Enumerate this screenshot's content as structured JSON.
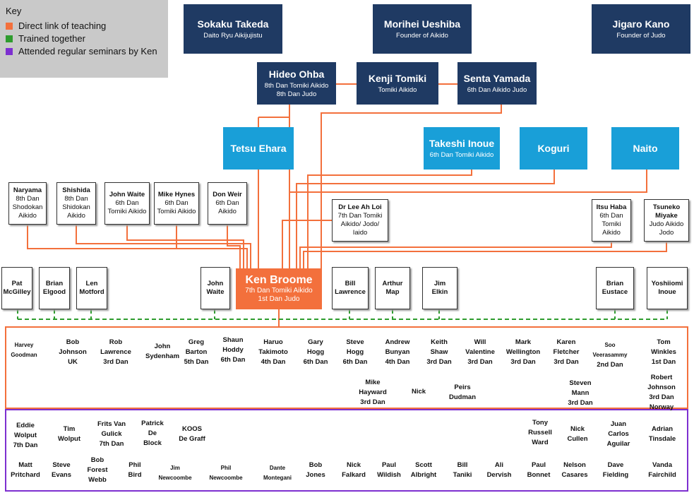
{
  "key": {
    "title": "Key",
    "items": [
      {
        "label": "Direct link of teaching",
        "color": "#f3703c"
      },
      {
        "label": "Trained together",
        "color": "#2e9c2e"
      },
      {
        "label": "Attended regular seminars by Ken",
        "color": "#7d2fd0"
      }
    ]
  },
  "top": {
    "takeda": {
      "name": "Sokaku Takeda",
      "sub": "Daito Ryu Aikijujistu"
    },
    "ueshiba": {
      "name": "Morihei Ueshiba",
      "sub": "Founder of Aikido"
    },
    "kano": {
      "name": "Jigaro Kano",
      "sub": "Founder of Judo"
    }
  },
  "second": {
    "ohba": {
      "name": "Hideo Ohba",
      "sub1": "8th Dan Tomiki Aikido",
      "sub2": "8th Dan Judo"
    },
    "tomiki": {
      "name": "Kenji Tomiki",
      "sub": "Tomiki Aikido"
    },
    "yamada": {
      "name": "Senta Yamada",
      "sub": "6th Dan Aikido Judo"
    }
  },
  "third": {
    "ehara": {
      "name": "Tetsu Ehara"
    },
    "inoue": {
      "name": "Takeshi Inoue",
      "sub": "6th Dan Tomiki Aikido"
    },
    "koguri": {
      "name": "Koguri"
    },
    "naito": {
      "name": "Naito"
    }
  },
  "teachers": {
    "naryama": {
      "name": "Naryama",
      "l1": "8th Dan",
      "l2": "Shodokan",
      "l3": "Aikido"
    },
    "shishida": {
      "name": "Shishida",
      "l1": "8th Dan",
      "l2": "Shidokan",
      "l3": "Aikido"
    },
    "waite": {
      "name": "John Waite",
      "l1": "6th Dan",
      "l2": "Tomiki Aikido"
    },
    "hynes": {
      "name": "Mike Hynes",
      "l1": "6th Dan",
      "l2": "Tomiki Aikido"
    },
    "weir": {
      "name": "Don Weir",
      "l1": "6th Dan",
      "l2": "Aikido"
    },
    "loi": {
      "name": "Dr Lee Ah Loi",
      "l1": "7th Dan Tomiki",
      "l2": "Aikido/ Jodo/",
      "l3": "Iaido"
    },
    "haba": {
      "name": "Itsu Haba",
      "l1": "6th Dan",
      "l2": "Tomiki",
      "l3": "Aikido"
    },
    "miyake": {
      "name1": "Tsuneko",
      "name2": "Miyake",
      "l1": "Judo Aikido",
      "l2": "Jodo"
    }
  },
  "ken": {
    "name": "Ken Broome",
    "sub1": "7th Dan Tomiki Aikido",
    "sub2": "1st Dan Judo"
  },
  "peers": {
    "mcgilley": {
      "l1": "Pat",
      "l2": "McGilley"
    },
    "elgood": {
      "l1": "Brian",
      "l2": "Elgood"
    },
    "motford": {
      "l1": "Len",
      "l2": "Motford"
    },
    "jwaite": {
      "l1": "John",
      "l2": "Waite"
    },
    "lawrence": {
      "l1": "Bill",
      "l2": "Lawrence"
    },
    "map": {
      "l1": "Arthur",
      "l2": "Map"
    },
    "elkin": {
      "l1": "Jim",
      "l2": "Elkin"
    },
    "eustace": {
      "l1": "Brian",
      "l2": "Eustace"
    },
    "yinoue": {
      "l1": "Yoshiiomi",
      "l2": "Inoue"
    }
  },
  "direct_students": [
    {
      "l1": "Harvey",
      "l2": "Goodman",
      "small": true
    },
    {
      "l1": "Bob",
      "l2": "Johnson",
      "l3": "UK"
    },
    {
      "l1": "Rob",
      "l2": "Lawrence",
      "l3": "3rd Dan"
    },
    {
      "l1": "John",
      "l2": "Sydenham"
    },
    {
      "l1": "Greg",
      "l2": "Barton",
      "l3": "5th Dan"
    },
    {
      "l1": "Shaun",
      "l2": "Hoddy",
      "l3": "6th Dan"
    },
    {
      "l1": "Haruo",
      "l2": "Takimoto",
      "l3": "4th Dan"
    },
    {
      "l1": "Gary",
      "l2": "Hogg",
      "l3": "6th Dan"
    },
    {
      "l1": "Steve",
      "l2": "Hogg",
      "l3": "6th Dan"
    },
    {
      "l1": "Andrew",
      "l2": "Bunyan",
      "l3": "4th Dan"
    },
    {
      "l1": "Keith",
      "l2": "Shaw",
      "l3": "3rd Dan"
    },
    {
      "l1": "Will",
      "l2": "Valentine",
      "l3": "3rd Dan"
    },
    {
      "l1": "Mark",
      "l2": "Wellington",
      "l3": "3rd Dan"
    },
    {
      "l1": "Karen",
      "l2": "Fletcher",
      "l3": "3rd Dan"
    },
    {
      "l1": "Soo",
      "l2": "Veerasammy",
      "l3": "2nd Dan",
      "small": true
    },
    {
      "l1": "Tom",
      "l2": "Winkles",
      "l3": "1st Dan"
    },
    {
      "l1": "Mike",
      "l2": "Hayward",
      "l3": "3rd Dan"
    },
    {
      "l1": "Nick"
    },
    {
      "l1": "Peirs",
      "l2": "Dudman"
    },
    {
      "l1": "Steven",
      "l2": "Mann",
      "l3": "3rd Dan"
    },
    {
      "l1": "Robert",
      "l2": "Johnson",
      "l3": "3rd Dan",
      "l4": "Norway"
    }
  ],
  "seminar_students": [
    {
      "l1": "Eddie",
      "l2": "Wolput",
      "l3": "7th Dan"
    },
    {
      "l1": "Tim",
      "l2": "Wolput"
    },
    {
      "l1": "Frits Van",
      "l2": "Gulick",
      "l3": "7th Dan"
    },
    {
      "l1": "Patrick",
      "l2": "De",
      "l3": "Block"
    },
    {
      "l1": "KOOS",
      "l2": "De Graff"
    },
    {
      "l1": "Tony",
      "l2": "Russell",
      "l3": "Ward"
    },
    {
      "l1": "Nick",
      "l2": "Cullen"
    },
    {
      "l1": "Juan",
      "l2": "Carlos",
      "l3": "Aguilar"
    },
    {
      "l1": "Adrian",
      "l2": "Tinsdale"
    },
    {
      "l1": "Matt",
      "l2": "Pritchard"
    },
    {
      "l1": "Steve",
      "l2": "Evans"
    },
    {
      "l1": "Bob",
      "l2": "Forest",
      "l3": "Webb"
    },
    {
      "l1": "Phil",
      "l2": "Bird"
    },
    {
      "l1": "Jim",
      "l2": "Newcoombe",
      "small": true
    },
    {
      "l1": "Phil",
      "l2": "Newcoombe",
      "small": true
    },
    {
      "l1": "Dante",
      "l2": "Montegani",
      "small": true
    },
    {
      "l1": "Bob",
      "l2": "Jones"
    },
    {
      "l1": "Nick",
      "l2": "Falkard"
    },
    {
      "l1": "Paul",
      "l2": "Wildish"
    },
    {
      "l1": "Scott",
      "l2": "Albright"
    },
    {
      "l1": "Bill",
      "l2": "Taniki"
    },
    {
      "l1": "Ali",
      "l2": "Dervish"
    },
    {
      "l1": "Paul",
      "l2": "Bonnet"
    },
    {
      "l1": "Nelson",
      "l2": "Casares"
    },
    {
      "l1": "Dave",
      "l2": "Fielding"
    },
    {
      "l1": "Vanda",
      "l2": "Fairchild"
    }
  ]
}
